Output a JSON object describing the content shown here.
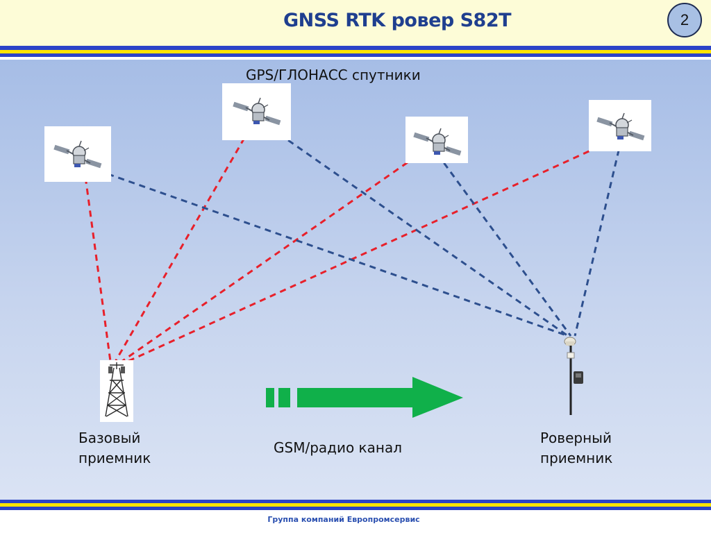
{
  "header": {
    "title": "GNSS RTK ровер S82T",
    "page_number": "2"
  },
  "diagram": {
    "satellites_label": "GPS/ГЛОНАСС спутники",
    "base_label_line1": "Базовый",
    "base_label_line2": "приемник",
    "channel_label": "GSM/радио канал",
    "rover_label_line1": "Роверный",
    "rover_label_line2": "приемник"
  },
  "footer": {
    "text": "Группа компаний  Европромсервис"
  },
  "colors": {
    "title": "#1f3f8f",
    "stripe_blue": "#2b43c8",
    "stripe_yellow": "#ffe400",
    "base_link": "#e8202a",
    "rover_link": "#2d4f8e",
    "arrow": "#10b04a"
  }
}
